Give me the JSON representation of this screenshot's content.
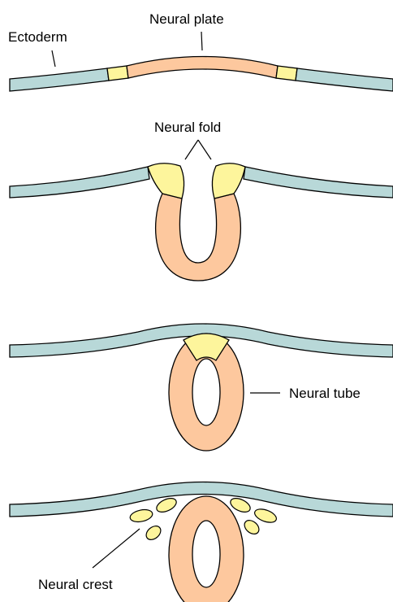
{
  "labels": {
    "ectoderm": "Ectoderm",
    "neural_plate": "Neural plate",
    "neural_fold": "Neural fold",
    "neural_tube": "Neural tube",
    "neural_crest": "Neural crest"
  },
  "colors": {
    "ectoderm": "#b8d8d8",
    "neural_tissue": "#fdc89e",
    "neural_fold": "#fdf59c",
    "neural_crest": "#fdf59c",
    "outline": "#000000",
    "background": "#ffffff"
  }
}
